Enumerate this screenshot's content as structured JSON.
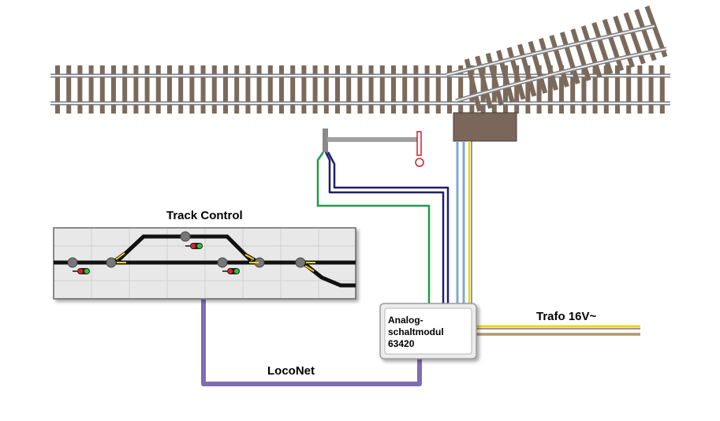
{
  "labels": {
    "track_control": "Track Control",
    "loconet": "LocoNet",
    "trafo": "Trafo 16V~"
  },
  "module": {
    "line1": "Analog-",
    "line2": "schaltmodul",
    "line3": "63420"
  },
  "colors": {
    "rail": "#8a8a8a",
    "sleeper": "#7b6a5c",
    "motor_box": "#7a665a",
    "wire_loconet": "#7d6db5",
    "wire_green": "#1e9e4a",
    "wire_navy": "#1f1f6e",
    "wire_light_blue": "#7fa6d6",
    "wire_yellow": "#f2d21a",
    "wire_brown": "#b39770",
    "signal_red": "#d0202a",
    "panel_bg": "#e8e8e8"
  }
}
